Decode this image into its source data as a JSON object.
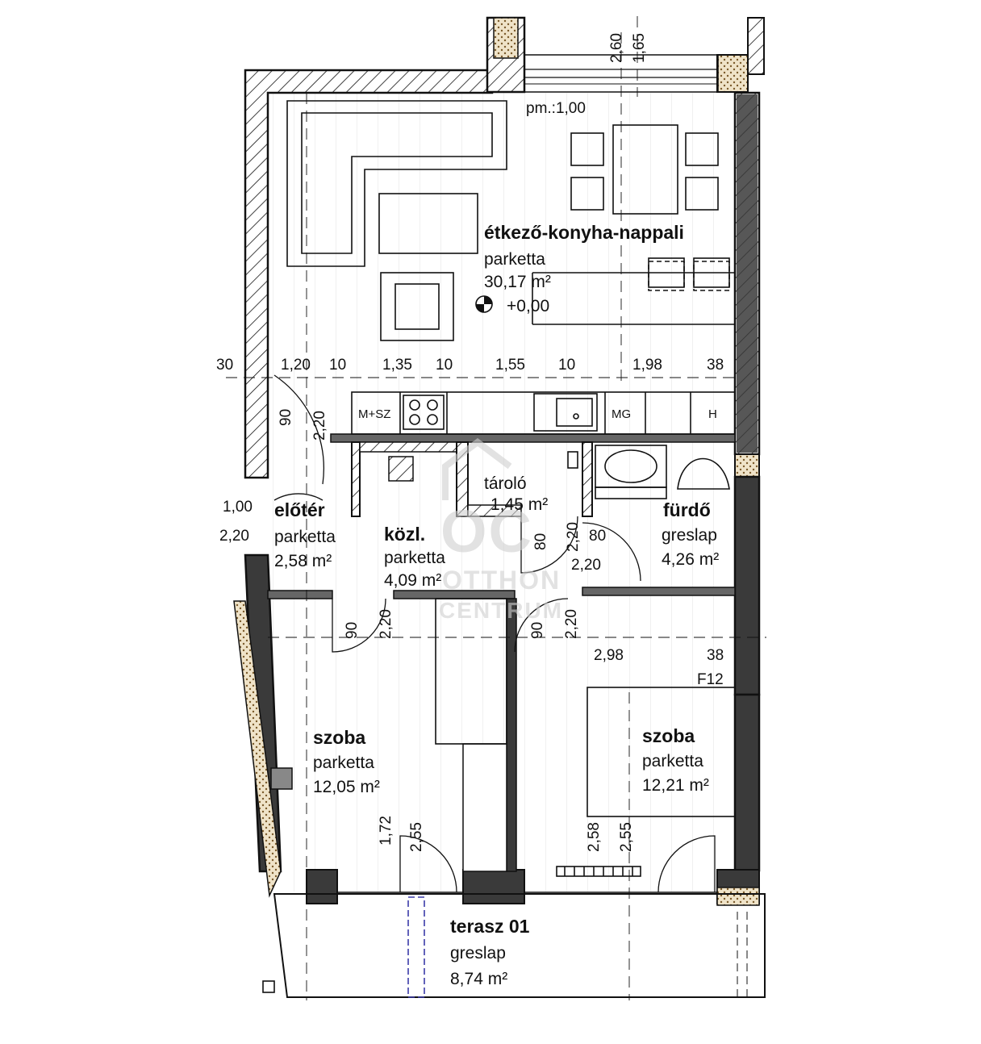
{
  "rooms": {
    "living": {
      "name": "étkező-konyha-nappali",
      "floor": "parketta",
      "area": "30,17 m²",
      "level": "+0,00"
    },
    "entry": {
      "name": "előtér",
      "floor": "parketta",
      "area": "2,58 m²"
    },
    "hall": {
      "name": "közl.",
      "floor": "parketta",
      "area": "4,09 m²"
    },
    "storage": {
      "name": "tároló",
      "area": "1,45 m²"
    },
    "bath": {
      "name": "fürdő",
      "floor": "greslap",
      "area": "4,26 m²"
    },
    "room_left": {
      "name": "szoba",
      "floor": "parketta",
      "area": "12,05 m²"
    },
    "room_right": {
      "name": "szoba",
      "floor": "parketta",
      "area": "12,21 m²"
    },
    "terrace": {
      "name": "terasz 01",
      "floor": "greslap",
      "area": "8,74 m²"
    }
  },
  "kitchen_labels": {
    "hob": "M+SZ",
    "dishwasher": "MG",
    "fridge": "H"
  },
  "window_note": "pm.:1,00",
  "dimensions": {
    "top_window_a": "2,60",
    "top_window_b": "1,65",
    "row": [
      "30",
      "1,20",
      "10",
      "1,35",
      "10",
      "1,55",
      "10",
      "1,98",
      "38"
    ],
    "entry_door_w": "90",
    "entry_door_h": "2,20",
    "entry_opening_w": "1,00",
    "entry_opening_h": "2,20",
    "storage_door_w": "80",
    "storage_door_h": "2,20",
    "bath_door_w": "80",
    "bath_door_h": "2,20",
    "room_left_door_w": "90",
    "room_left_door_h": "2,20",
    "room_right_door_w": "90",
    "room_right_door_h": "2,20",
    "right_row_a": "2,98",
    "right_row_b": "38",
    "fire_code": "F12",
    "left_terrace_door_w": "1,72",
    "left_terrace_door_h": "2,55",
    "right_terrace_door_w": "2,58",
    "right_terrace_door_h": "2,55"
  },
  "watermark": {
    "mark": "OC",
    "line1": "OTTHON",
    "line2": "CENTRUM"
  },
  "colors": {
    "line": "#111111",
    "insulation": "#e9dcc3",
    "accent": "#3b3ba8"
  }
}
